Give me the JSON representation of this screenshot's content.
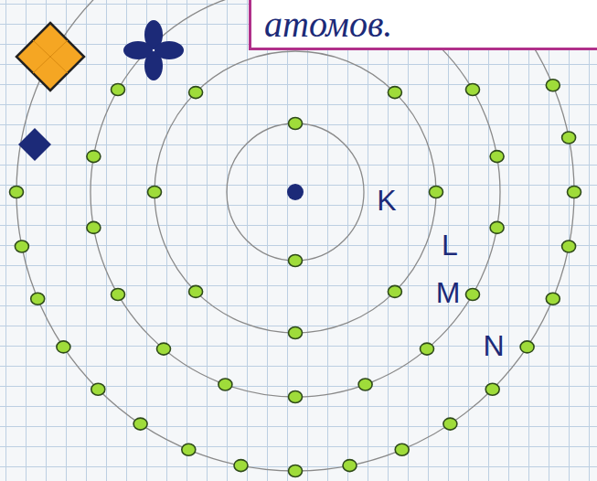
{
  "diagram": {
    "title": "атомов.",
    "labels": [
      "K",
      "L",
      "M",
      "N"
    ]
  }
}
